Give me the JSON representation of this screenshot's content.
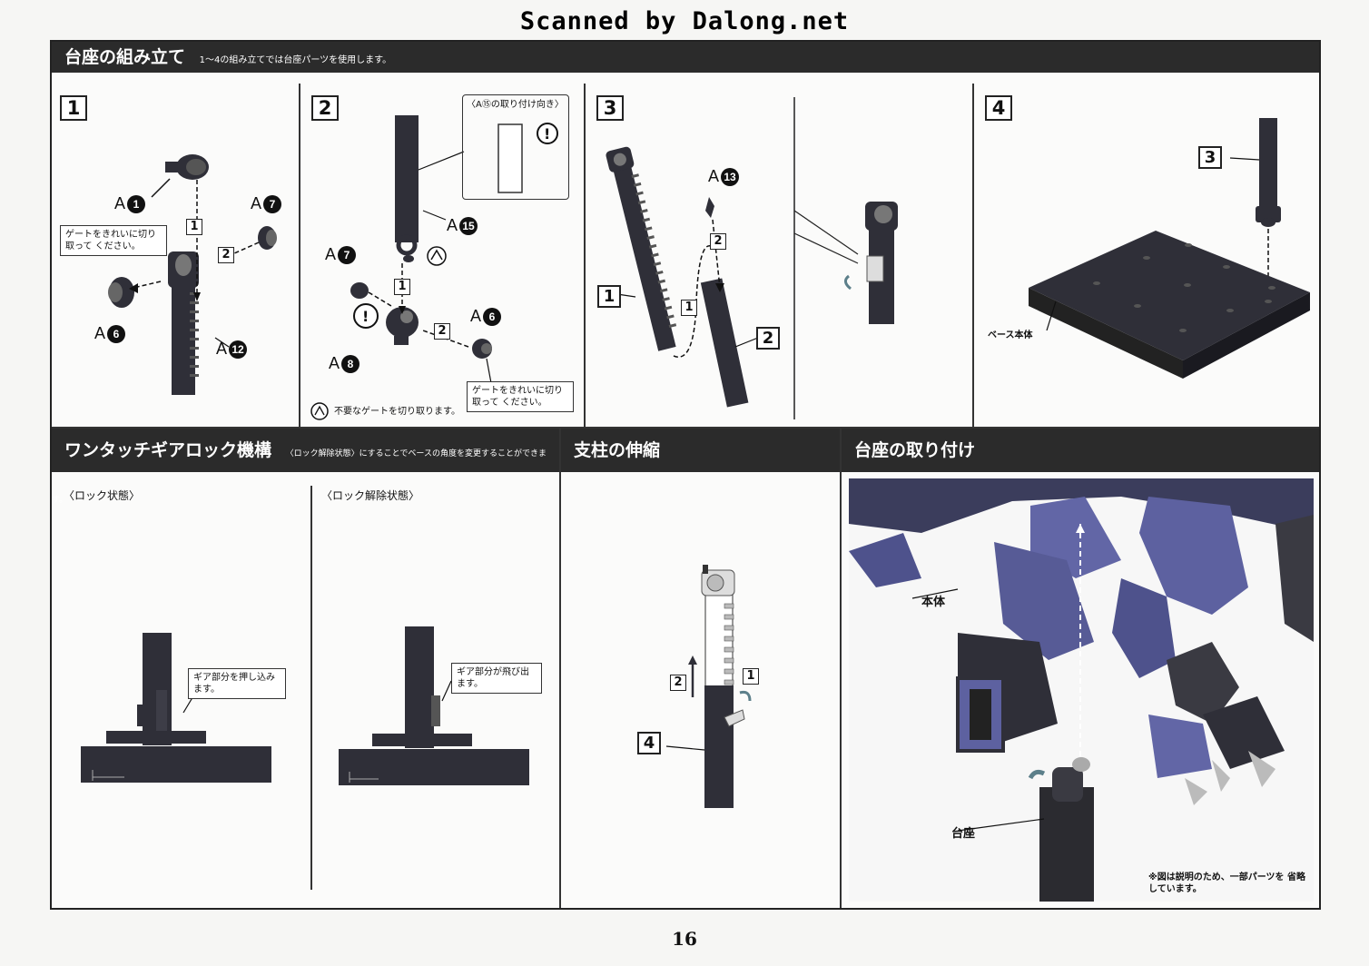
{
  "watermark": "Scanned by Dalong.net",
  "section_base_assembly": {
    "title": "台座の組み立て",
    "note": "1～4の組み立てでは台座パーツを使用します。",
    "steps": [
      "1",
      "2",
      "3",
      "4"
    ]
  },
  "step1": {
    "parts": [
      "A",
      "1",
      "A",
      "7",
      "A",
      "6",
      "A",
      "12"
    ],
    "callout": "ゲートをきれいに切り取って ください。",
    "arrows": [
      "1",
      "2"
    ]
  },
  "step2": {
    "orientation_label": "〈A⑮の取り付け向き〉",
    "parts": [
      "A",
      "15",
      "A",
      "7",
      "A",
      "8",
      "A",
      "6"
    ],
    "callout": "ゲートをきれいに切り取って ください。",
    "arrows": [
      "1",
      "2"
    ],
    "footnote": "不要なゲートを切り取ります。"
  },
  "step3": {
    "parts": [
      "A",
      "13"
    ],
    "labels": [
      "1",
      "2"
    ],
    "arrows": [
      "1",
      "2"
    ]
  },
  "step4": {
    "label": "3",
    "base_label": "ベース本体"
  },
  "section_gear_lock": {
    "title": "ワンタッチギアロック機構",
    "note": "〈ロック解除状態〉にすることでベースの角度を変更することができます。",
    "locked_label": "〈ロック状態〉",
    "unlocked_label": "〈ロック解除状態〉",
    "locked_callout": "ギア部分を押し込みます。",
    "unlocked_callout": "ギア部分が飛び出ます。"
  },
  "section_strut": {
    "title": "支柱の伸縮",
    "labels": [
      "2",
      "1",
      "4"
    ]
  },
  "section_mount": {
    "title": "台座の取り付け",
    "body_label": "本体",
    "base_label": "台座",
    "footnote": "※図は説明のため、一部パーツを 省略しています。"
  },
  "page_number": "16",
  "colors": {
    "bar": "#2b2b2b",
    "robot": "#4e4f8a",
    "part": "#2f2f38"
  }
}
